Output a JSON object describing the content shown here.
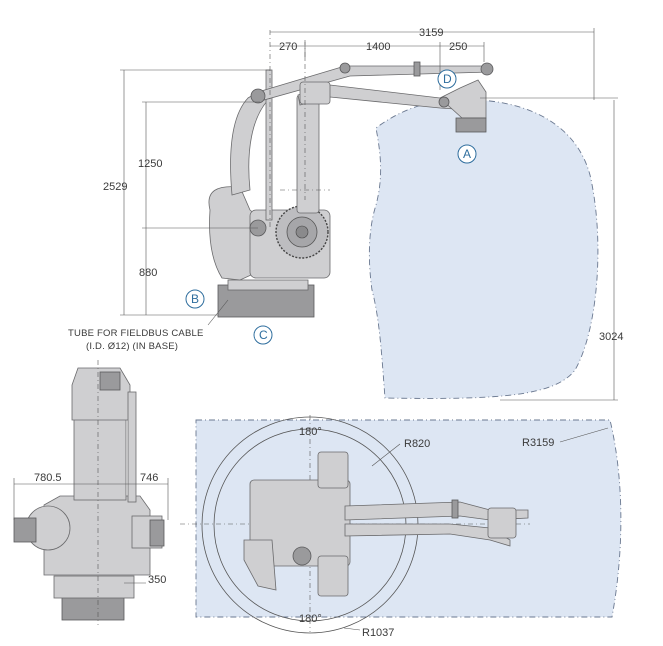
{
  "dimensions": {
    "reach_total": "3159",
    "offset_top": "270",
    "arm_length": "1400",
    "wrist_offset": "250",
    "height_total": "2529",
    "upper_height": "1250",
    "lower_height": "880",
    "envelope_height": "3024",
    "front_left_width": "780.5",
    "front_right_width": "746",
    "front_base": "350",
    "top_radius_inner": "R820",
    "top_radius_outer": "R3159",
    "top_radius_base": "R1037",
    "rotation_top": "180°",
    "rotation_bottom": "180°"
  },
  "callouts": {
    "a": "A",
    "b": "B",
    "c": "C",
    "d": "D"
  },
  "notes": {
    "cable_line1": "TUBE FOR FIELDBUS CABLE",
    "cable_line2": "(I.D. Ø12) (IN BASE)"
  },
  "colors": {
    "envelope": "#dde6f3",
    "robot": "#cfcfd1",
    "callout": "#2f6e9e"
  }
}
